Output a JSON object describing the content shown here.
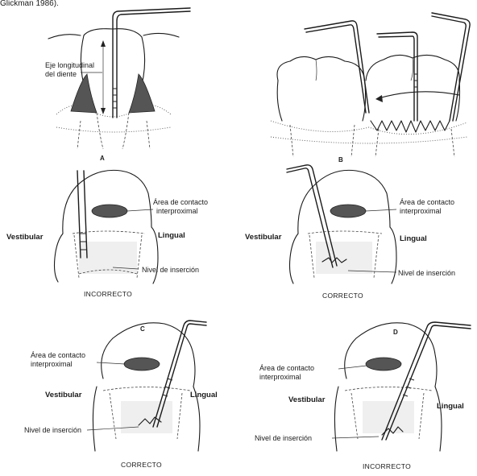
{
  "header_fragment": "Glickman 1986).",
  "panel_top_left": {
    "label_axis_line1": "Eje longitudinal",
    "label_axis_line2": "del diente"
  },
  "panel_a": {
    "letter": "A",
    "contact_line1": "Área de contacto",
    "contact_line2": "interproximal",
    "vestibular": "Vestibular",
    "lingual": "Lingual",
    "insertion": "Nivel de inserción",
    "caption": "INCORRECTO"
  },
  "panel_b": {
    "letter": "B",
    "contact_line1": "Área de contacto",
    "contact_line2": "interproximal",
    "vestibular": "Vestibular",
    "lingual": "Lingual",
    "insertion": "Nivel de inserción",
    "caption": "CORRECTO"
  },
  "panel_c": {
    "letter": "C",
    "contact_line1": "Área de contacto",
    "contact_line2": "interproximal",
    "vestibular": "Vestibular",
    "lingual": "Lingual",
    "insertion": "Nivel de inserción",
    "caption": "CORRECTO"
  },
  "panel_d": {
    "letter": "D",
    "contact_line1": "Área de contacto",
    "contact_line2": "interproximal",
    "vestibular": "Vestibular",
    "lingual": "Lingual",
    "insertion": "Nivel de inserción",
    "caption": "INCORRECTO"
  }
}
